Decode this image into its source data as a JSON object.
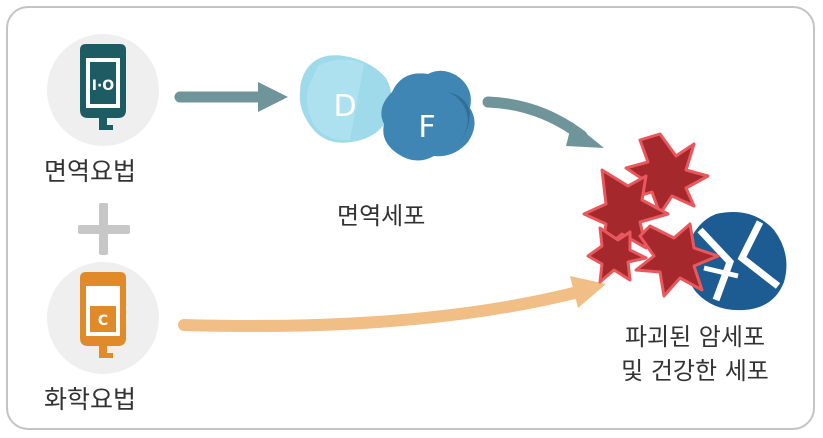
{
  "nodes": {
    "immunotherapy": {
      "icon_text": "I·O",
      "label": "면역요법"
    },
    "chemotherapy": {
      "icon_text": "C",
      "label": "화학요법"
    },
    "immune_cells": {
      "cell_d": "D",
      "cell_f": "F",
      "label": "면역세포"
    },
    "result": {
      "label_line1": "파괴된 암세포",
      "label_line2": "및 건강한 세포"
    }
  },
  "icons": {
    "immunotherapy": "iv-bag-icon",
    "chemotherapy": "iv-bag-icon",
    "plus": "plus-icon",
    "destroyed": "explosion-icon"
  },
  "colors": {
    "teal_dark": "#1e5c63",
    "orange": "#e08a2a",
    "arrow_teal": "#6f949a",
    "arrow_orange": "#f1be86",
    "cell_light": "#8dd3e6",
    "cell_dark": "#3f86b4",
    "cancer_blue": "#1d5b93",
    "burst_red": "#a5282c"
  }
}
